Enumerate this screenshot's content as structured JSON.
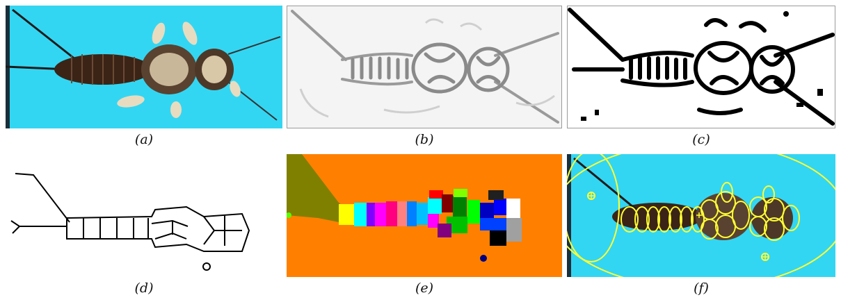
{
  "figure": {
    "panels": [
      {
        "id": "a",
        "caption": "(a)"
      },
      {
        "id": "b",
        "caption": "(b)"
      },
      {
        "id": "c",
        "caption": "(c)"
      },
      {
        "id": "d",
        "caption": "(d)"
      },
      {
        "id": "e",
        "caption": "(e)"
      },
      {
        "id": "f",
        "caption": "(f)"
      }
    ]
  },
  "colors": {
    "cyan_background": "#33d6f2",
    "orange_background": "#ff8000",
    "olive_region": "#808000",
    "ellipse_yellow": "#ffff33",
    "body_brown": "#4a3324"
  }
}
